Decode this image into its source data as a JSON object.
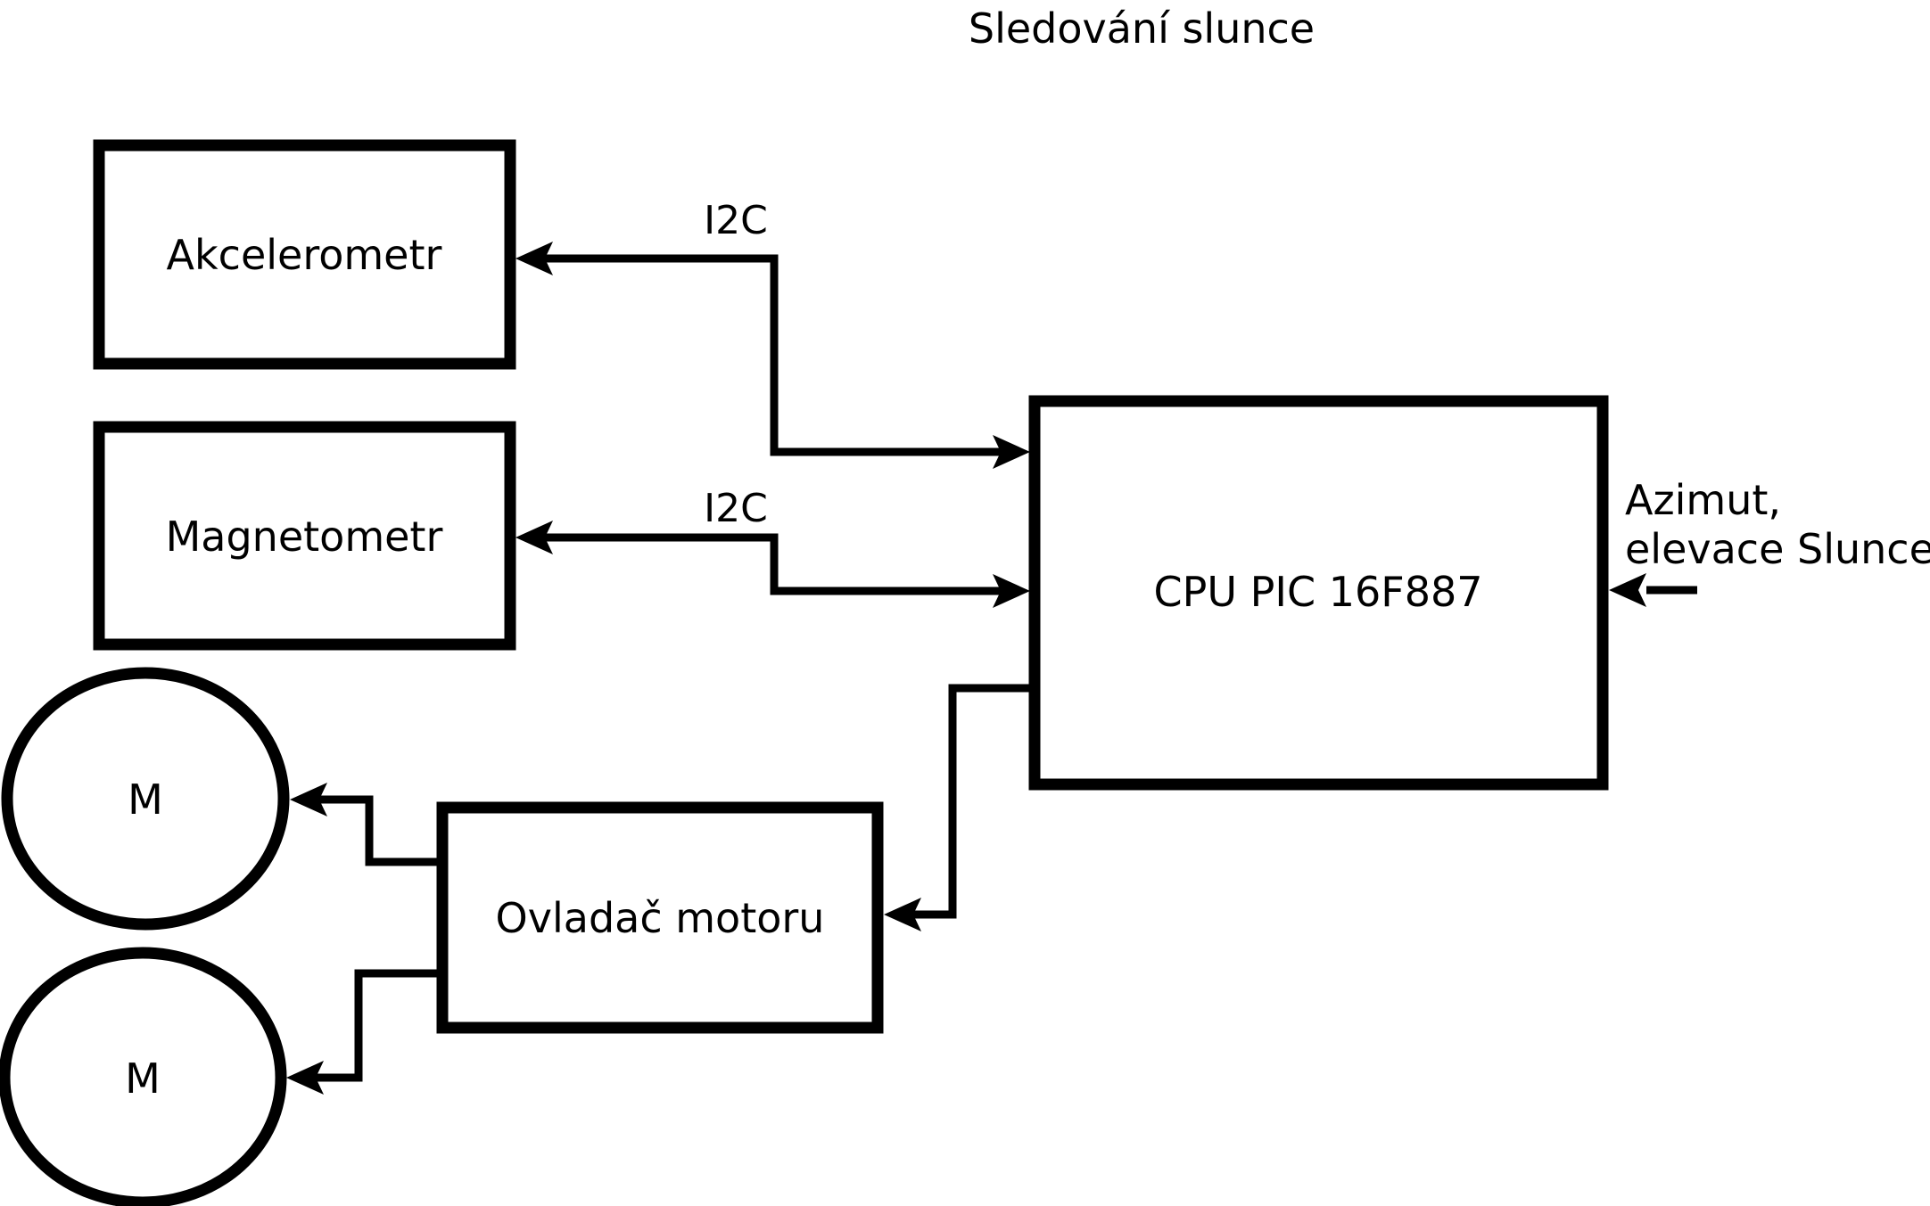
{
  "title": "Sledování slunce",
  "blocks": {
    "akcelerometr": {
      "label": "Akcelerometr"
    },
    "magnetometr": {
      "label": "Magnetometr"
    },
    "cpu": {
      "label": "CPU PIC 16F887"
    },
    "motor_driver": {
      "label": "Ovladač motoru"
    },
    "motor_top": {
      "label": "M"
    },
    "motor_bottom": {
      "label": "M"
    }
  },
  "labels": {
    "i2c_akcelerometr": "I2C",
    "i2c_magnetometr": "I2C",
    "azimut_line1": "Azimut,",
    "azimut_line2": "elevace Slunce"
  },
  "colors": {
    "line": "#000000",
    "background": "#ffffff"
  }
}
